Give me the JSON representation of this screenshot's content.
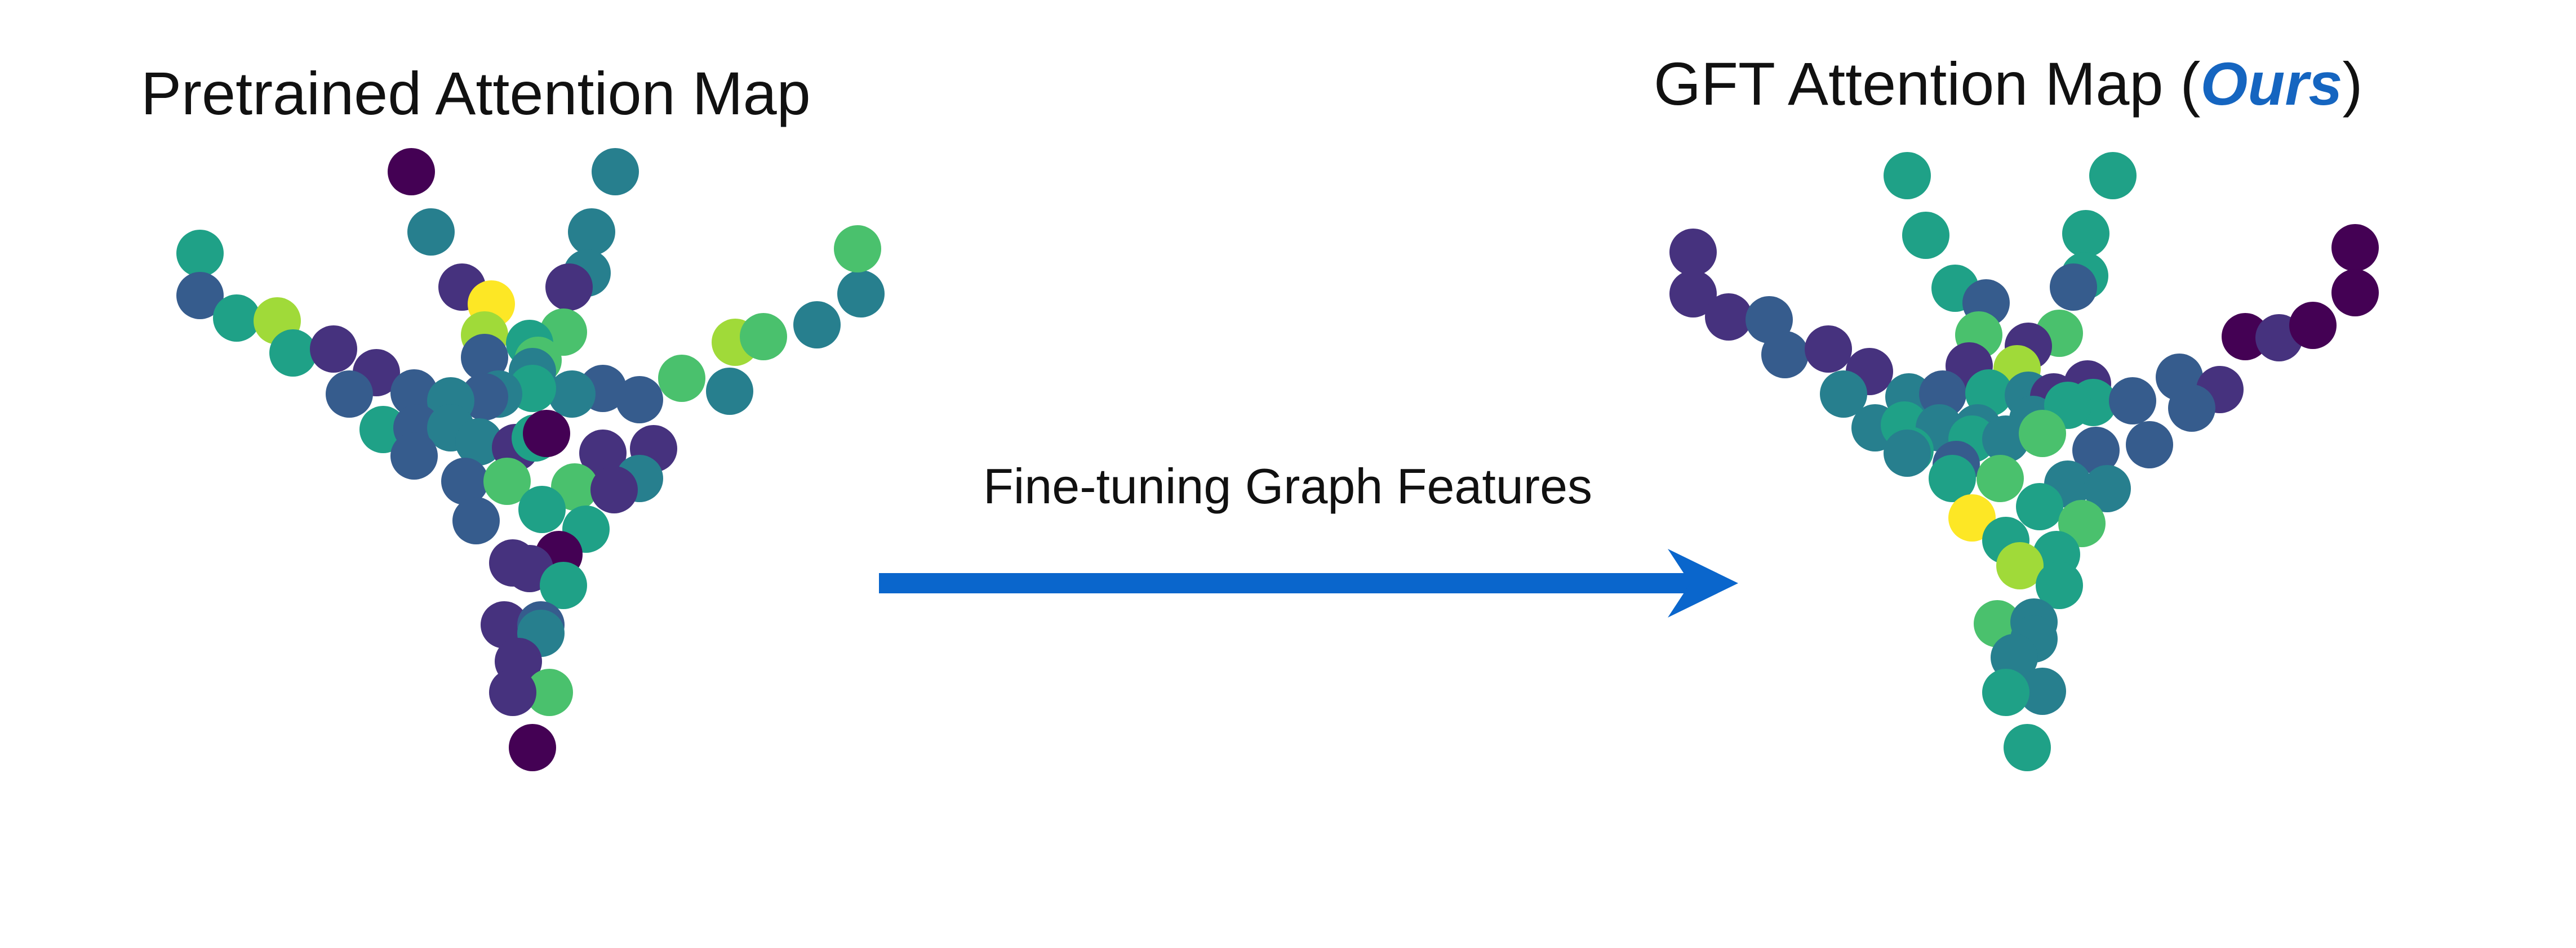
{
  "left_panel": {
    "title": "Pretrained Attention Map"
  },
  "right_panel": {
    "title_prefix": "GFT Attention Map (",
    "title_emph": "Ours",
    "title_suffix": ")"
  },
  "arrow": {
    "label": "Fine-tuning Graph Features",
    "color": "#0a66cc"
  },
  "colors": {
    "ours_accent": "#1565c0"
  }
}
